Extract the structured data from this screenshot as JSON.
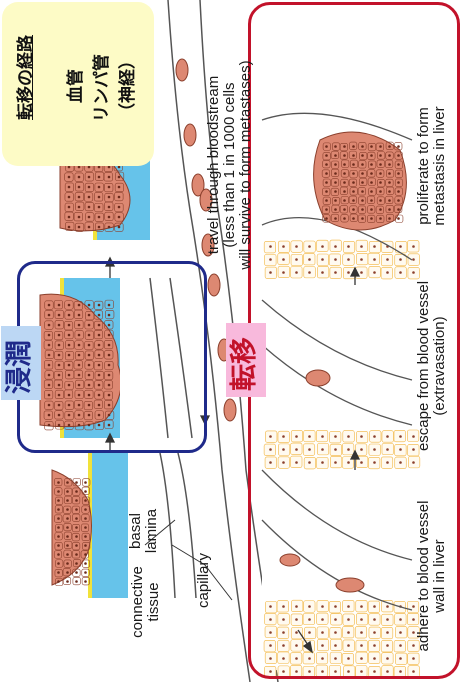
{
  "note": {
    "title": "転移の経路",
    "item1": "血管",
    "item2": "リンパ管",
    "item3": "（神経）"
  },
  "labels": {
    "infiltration": "浸潤",
    "metastasis": "転移"
  },
  "annotations": {
    "connective_tissue_1": "connective",
    "connective_tissue_2": "tissue",
    "basal_lamina_1": "basal",
    "basal_lamina_2": "lamina",
    "capillary": "capillary",
    "travel_1": "travel through bloodstream",
    "travel_2": "(less than 1 in 1000 cells",
    "travel_3": "will survive to form metastases)",
    "adhere_1": "adhere to blood vessel",
    "adhere_2": "wall in liver",
    "escape_1": "escape from blood vessel",
    "escape_2": "(extravasation)",
    "proliferate_1": "proliferate to form",
    "proliferate_2": "metastasis in liver"
  },
  "colors": {
    "tumor_cell": "#dd8872",
    "tumor_outline": "#8a3f2c",
    "basal_lamina": "#f1e23a",
    "connective": "#66c3ea",
    "liver_cell": "#f2b43c",
    "vessel_line": "#555555",
    "note_bg": "#fdfbc6",
    "infiltration_frame": "#1f2a8a",
    "metastasis_frame": "#c2122a"
  }
}
